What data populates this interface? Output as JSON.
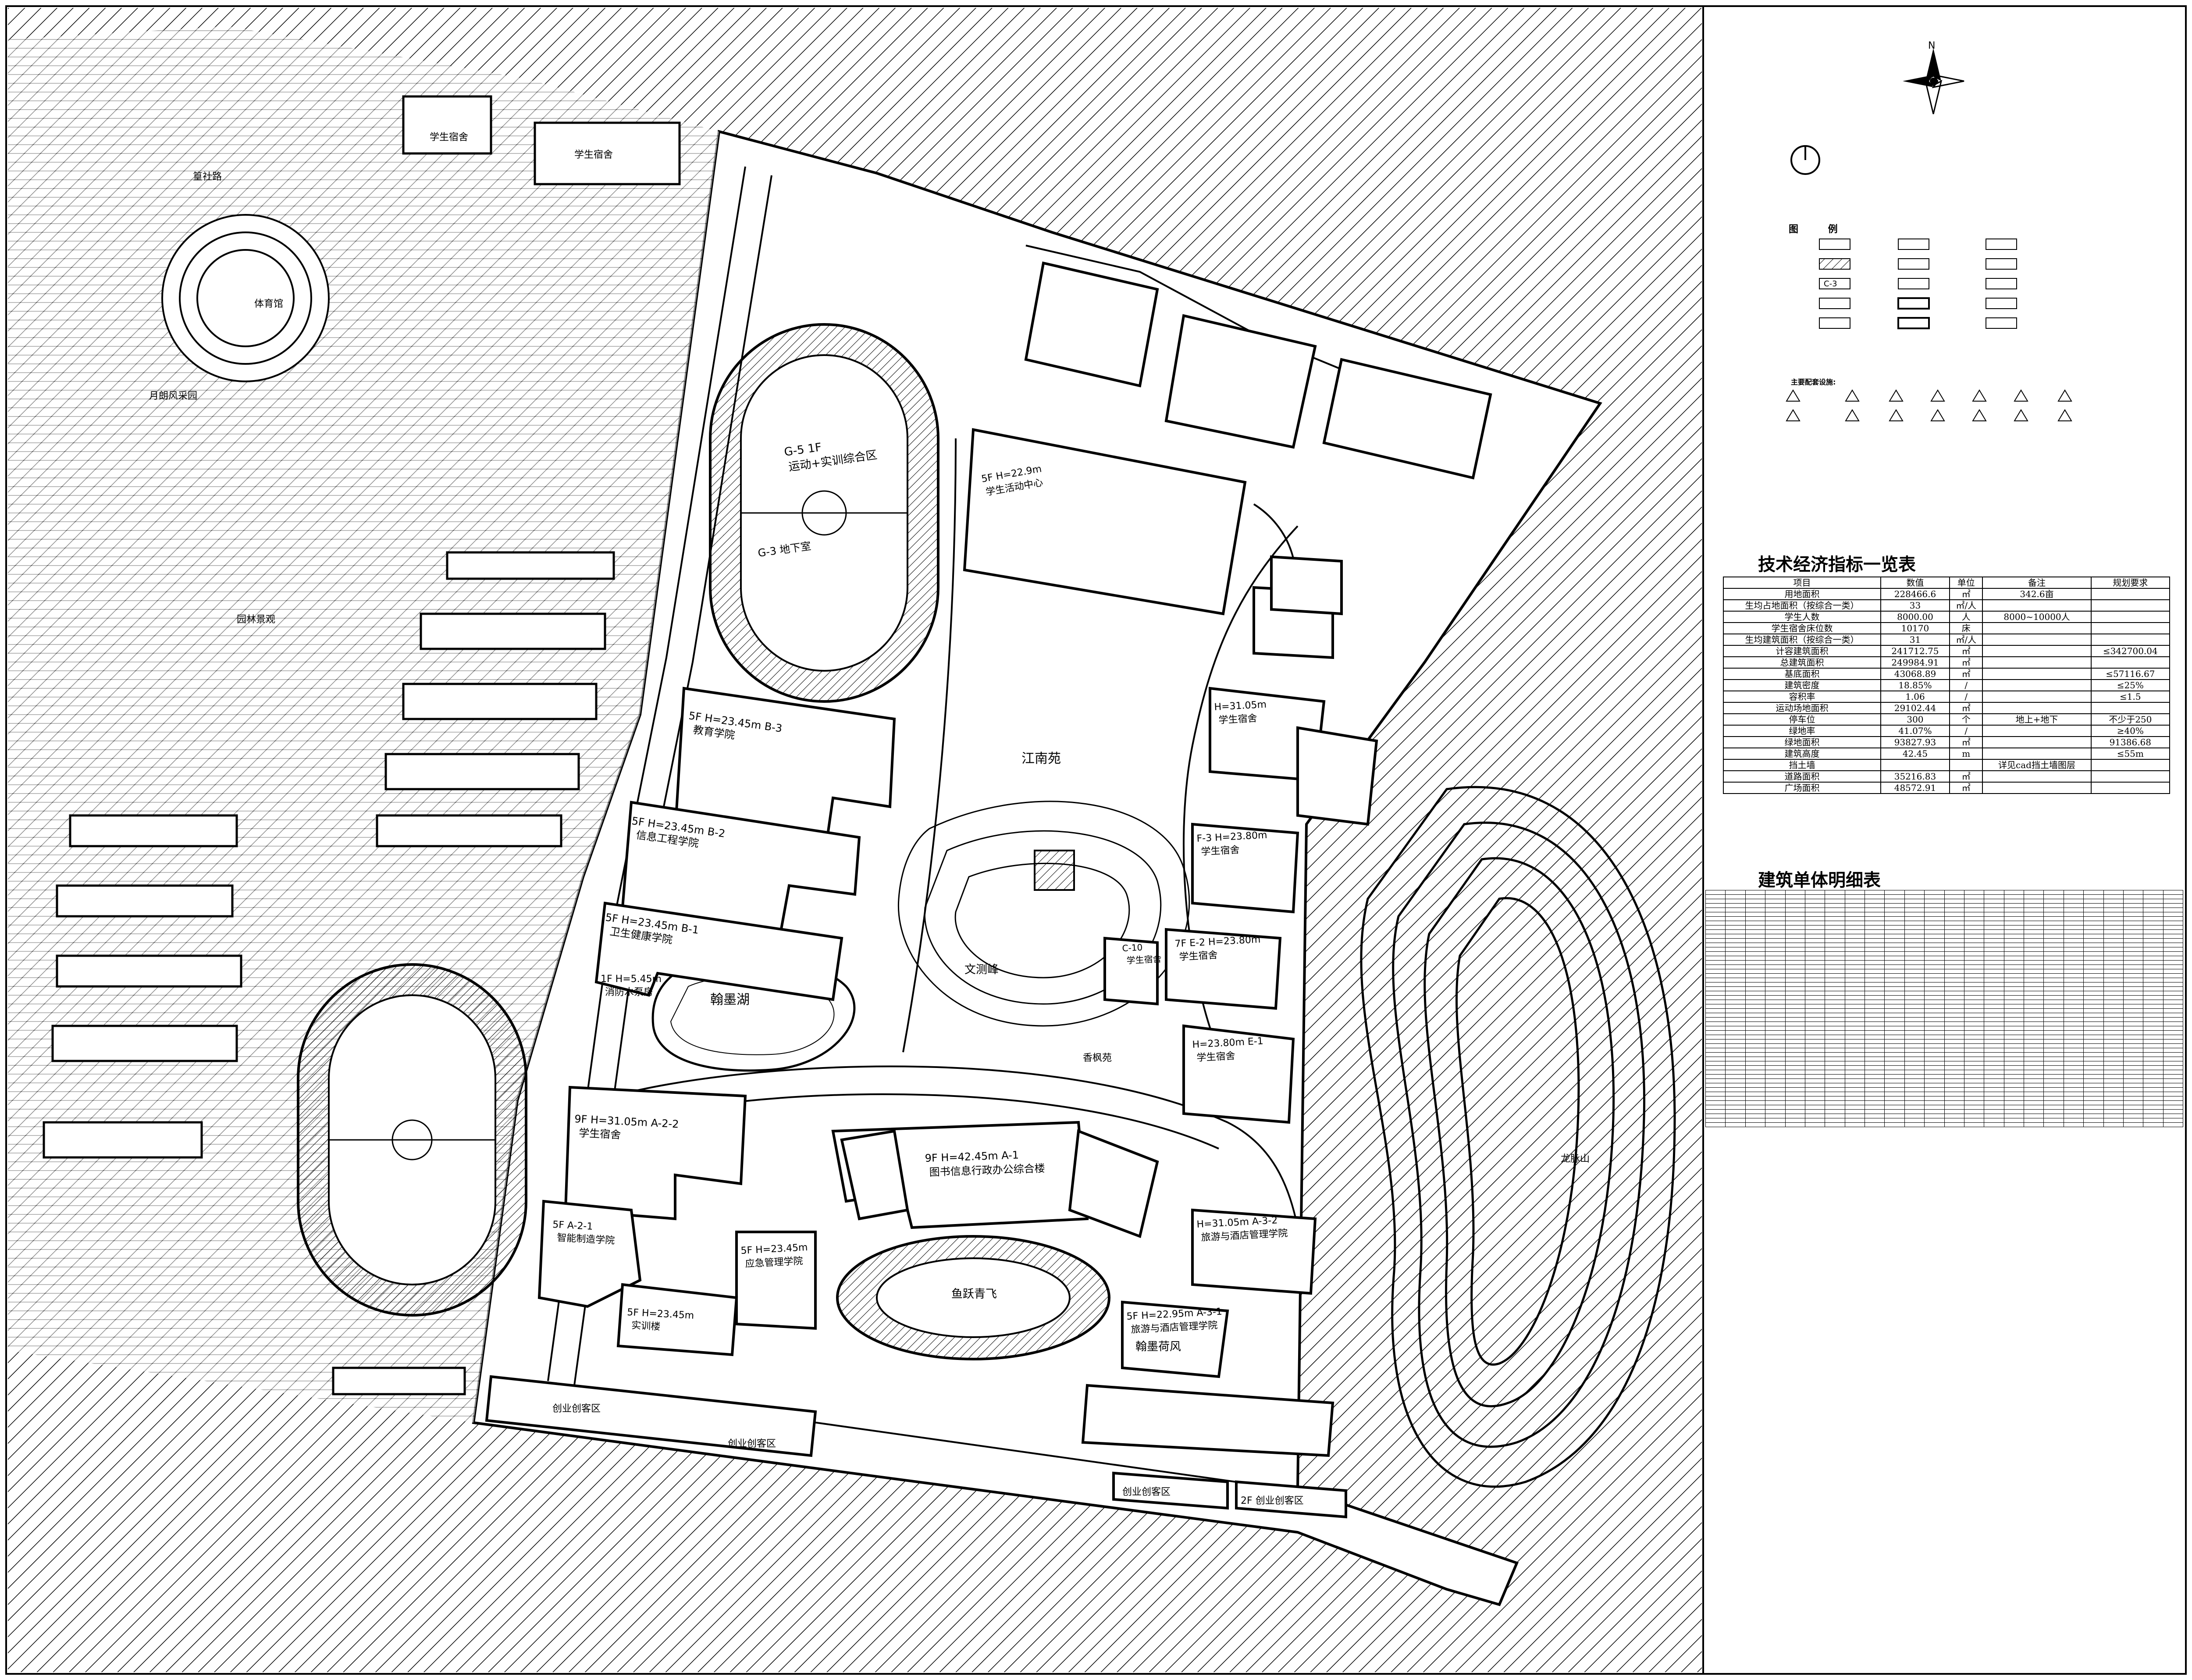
{
  "north_label": "N",
  "legend": {
    "title": "图 例",
    "tag_sample": "C-3"
  },
  "facilities_title": "主要配套设施:",
  "tech_table": {
    "title": "技术经济指标一览表",
    "header": [
      "项目",
      "数值",
      "单位",
      "备注",
      "规划要求"
    ],
    "rows": [
      [
        "用地面积",
        "228466.6",
        "㎡",
        "342.6亩",
        ""
      ],
      [
        "生均占地面积（按综合一类）",
        "33",
        "㎡/人",
        "",
        ""
      ],
      [
        "学生人数",
        "8000.00",
        "人",
        "8000~10000人",
        ""
      ],
      [
        "学生宿舍床位数",
        "10170",
        "床",
        "",
        ""
      ],
      [
        "生均建筑面积（按综合一类）",
        "31",
        "㎡/人",
        "",
        ""
      ],
      [
        "计容建筑面积",
        "241712.75",
        "㎡",
        "",
        "≤342700.04"
      ],
      [
        "总建筑面积",
        "249984.91",
        "㎡",
        "",
        ""
      ],
      [
        "基底面积",
        "43068.89",
        "㎡",
        "",
        "≤57116.67"
      ],
      [
        "建筑密度",
        "18.85%",
        "/",
        "",
        "≤25%"
      ],
      [
        "容积率",
        "1.06",
        "/",
        "",
        "≤1.5"
      ],
      [
        "运动场地面积",
        "29102.44",
        "㎡",
        "",
        ""
      ],
      [
        "停车位",
        "300",
        "个",
        "地上+地下",
        "不少于250"
      ],
      [
        "绿地率",
        "41.07%",
        "/",
        "",
        "≥40%"
      ],
      [
        "绿地面积",
        "93827.93",
        "㎡",
        "",
        "91386.68"
      ],
      [
        "建筑高度",
        "42.45",
        "m",
        "",
        "≤55m"
      ],
      [
        "挡土墙",
        "",
        "",
        "详见cad挡土墙图层",
        ""
      ],
      [
        "道路面积",
        "35216.83",
        "㎡",
        "",
        ""
      ],
      [
        "广场面积",
        "48572.91",
        "㎡",
        "",
        ""
      ]
    ]
  },
  "detail_table": {
    "title": "建筑单体明细表"
  },
  "buildings": [
    {
      "id": "g5",
      "name": "G-5  1F",
      "sub": "运动+实训综合区"
    },
    {
      "id": "g3",
      "name": "G-3 地下室",
      "sub": ""
    },
    {
      "id": "b3",
      "name": "5F  H=23.45m  B-3",
      "sub": "教育学院"
    },
    {
      "id": "b2",
      "name": "5F  H=23.45m  B-2",
      "sub": "信息工程学院"
    },
    {
      "id": "b1",
      "name": "5F  H=23.45m  B-1",
      "sub": "卫生健康学院"
    },
    {
      "id": "a1",
      "name": "9F  H=42.45m  A-1",
      "sub": "图书信息行政办公综合楼"
    },
    {
      "id": "a22",
      "name": "9F  H=31.05m  A-2-2",
      "sub": "学生宿舍"
    },
    {
      "id": "a21",
      "name": "5F  A-2-1",
      "sub": "智能制造学院"
    },
    {
      "id": "a23",
      "name": "5F  H=23.45m",
      "sub": "应急管理学院"
    },
    {
      "id": "sxl",
      "name": "5F  H=23.45m",
      "sub": "实训楼"
    },
    {
      "id": "e3",
      "name": "F-3  H=23.80m",
      "sub": "学生宿舍"
    },
    {
      "id": "e2",
      "name": "7F  E-2  H=23.80m",
      "sub": "学生宿舍"
    },
    {
      "id": "e1",
      "name": "H=23.80m  E-1",
      "sub": "学生宿舍"
    },
    {
      "id": "dorm2",
      "name": "H=31.05m",
      "sub": "学生宿舍"
    },
    {
      "id": "a32",
      "name": "H=31.05m  A-3-2",
      "sub": "旅游与酒店管理学院"
    },
    {
      "id": "a31",
      "name": "5F  H=22.95m  A-3-1",
      "sub": "旅游与酒店管理学院"
    },
    {
      "id": "f1",
      "name": "5F  H=22.9m",
      "sub": "学生活动中心"
    },
    {
      "id": "c10",
      "name": "C-10",
      "sub": "学生宿舍"
    }
  ],
  "labels": {
    "jiangnanyuan": "江南苑",
    "wencefeng": "文测峰",
    "hanmohu": "翰墨湖",
    "yuyueqingfei": "鱼跃青飞",
    "hanmohefeng": "翰墨荷风",
    "xiangfengyuan": "香枫苑",
    "longmaishan": "龙脉山",
    "fire_pool": "1F  H=5.45m",
    "fire_pool_sub": "消防水泵房",
    "cy1": "创业创客区",
    "cy2": "创业创客区",
    "cy3": "创业创客区",
    "cy4": "2F  创业创客区",
    "g1_left": "学生宿舍",
    "g2_left": "学生宿舍",
    "shelu": "篁社路",
    "left_stadium": "体育馆",
    "yuanlin": "园林景观",
    "yuedu": "月朗风采园"
  }
}
